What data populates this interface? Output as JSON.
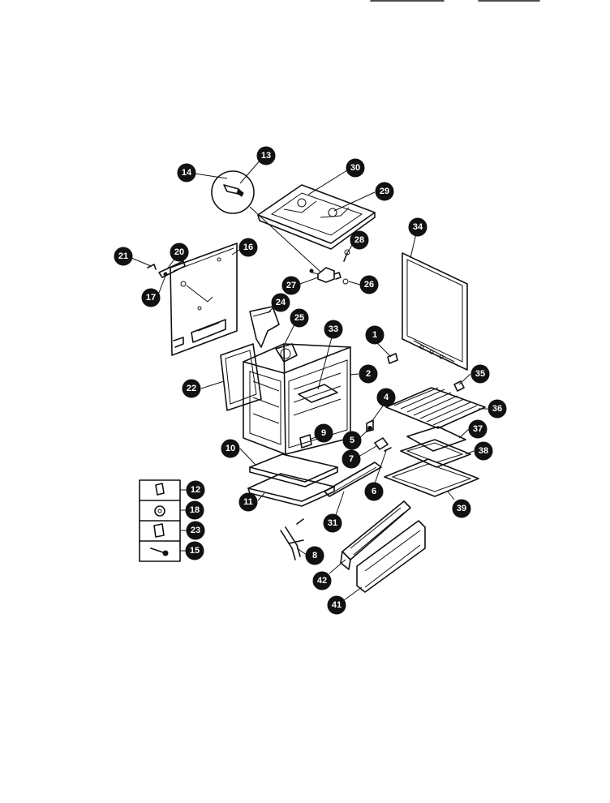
{
  "callouts": {
    "c1": "1",
    "c2": "2",
    "c4": "4",
    "c5": "5",
    "c6": "6",
    "c7": "7",
    "c8": "8",
    "c9": "9",
    "c10": "10",
    "c11": "11",
    "c12": "12",
    "c13": "13",
    "c14": "14",
    "c15": "15",
    "c16": "16",
    "c17": "17",
    "c18": "18",
    "c20": "20",
    "c21": "21",
    "c22": "22",
    "c23": "23",
    "c24": "24",
    "c25": "25",
    "c26": "26",
    "c27": "27",
    "c28": "28",
    "c29": "29",
    "c30": "30",
    "c31": "31",
    "c33": "33",
    "c34": "34",
    "c35": "35",
    "c36": "36",
    "c37": "37",
    "c38": "38",
    "c39": "39",
    "c41": "41",
    "c42": "42"
  }
}
